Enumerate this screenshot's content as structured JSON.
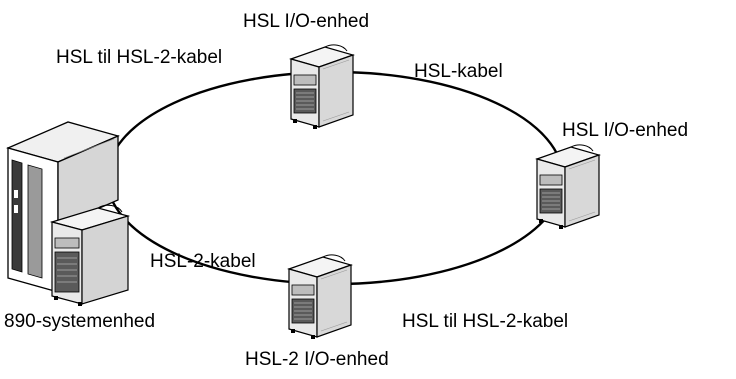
{
  "labels": {
    "hsl_io_top": "HSL I/O-enhed",
    "hsl_to_hsl2_top": "HSL til HSL-2-kabel",
    "hsl_kabel": "HSL-kabel",
    "hsl_io_right": "HSL I/O-enhed",
    "hsl2_kabel": "HSL-2-kabel",
    "system_unit": "890-systemenhed",
    "hsl_to_hsl2_bottom": "HSL til HSL-2-kabel",
    "hsl2_io_bottom": "HSL-2 I/O-enhed"
  },
  "colors": {
    "line": "#000000",
    "fill_light": "#f2f2f2",
    "fill_mid": "#cfcfcf",
    "fill_dark": "#4a4a4a"
  }
}
